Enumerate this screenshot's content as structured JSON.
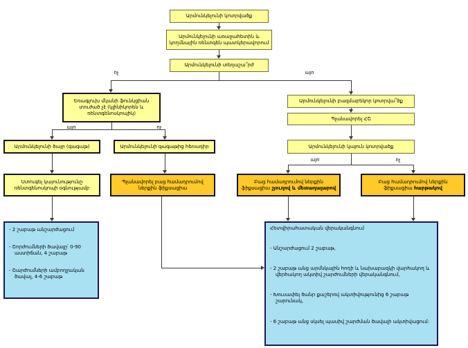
{
  "diagram_type": "flowchart",
  "language": "Armenian",
  "palette": {
    "node_fill": "#FFFF99",
    "highlight_fill": "#FFC929",
    "panel_fill": "#A9E1F3",
    "thin_border": "#6B6B3C",
    "thick_border": "#141414",
    "panel_border": "#16165A",
    "connector": "#3A3A3A"
  },
  "decision_labels": {
    "yes": "այո",
    "no": "ոչ"
  },
  "nodes": {
    "fracture": {
      "label": "Արմունկելունի կոտրվածք"
    },
    "imaging": {
      "label": "Արմունկելունի առաջահետին և կողմնային ռենտգեն պատկերավորում"
    },
    "displacement_q": {
      "label": "Արմունկելունի տեղաշա՞րժ"
    },
    "triceps_intact": {
      "label": "Եռագլուխ մկանի ֆունկցիան տուժած չէ (կլինիկորեն և ռենտգենոսկոպիկ)"
    },
    "comminuted_q": {
      "label": "Արմունկելունի բազմաբեկոր կոտրվա՞ծք"
    },
    "plan_ct": {
      "label": "Պլանավորել ՀՇ"
    },
    "tip_fracture": {
      "label": "Արմունկելունի ծայր (գագաթ)"
    },
    "distal_fracture": {
      "label": "Արմունկելունի գագաթից հեռադիր"
    },
    "stable_fracture": {
      "label": "Արմունկելունի կայուն կոտրվածք"
    },
    "check_stability": {
      "label": "Ստուգել կայունությունը ռենտգենոսկոպի օգնությամբ"
    },
    "plan_orif": {
      "label": "Պլանավորել բաց համադրումով ներքին ֆիքսացիա"
    },
    "orif_pin_wire": {
      "text": "Բաց համադրումով ներքին ֆիքսացիա ",
      "text_bold": "շյուղով և մետաղալարով"
    },
    "orif_plate": {
      "text": "Բաց համադրումով ներքին ֆիքսացիա ",
      "text_bold": "հարթակով"
    }
  },
  "conservative_plan": {
    "items": [
      "- 2 շաբաթ անշարժացում",
      "- Շորժումների ծավալը՝ 0-90 աստիճան, 4 շաբաթ",
      "- Շարժումների ամբողջական ծավալ, 4-6 շաբաթ"
    ]
  },
  "postop_plan": {
    "title": "Հետվիրահատական վերականգնում",
    "items": [
      "- Անշարժացում 2 շաբաթ,",
      "- 2 շաբաթ անց արմնկային հոդի և նախաբազկի վարհակող և վերհակող ակտիվ շարժումների վերականգնում,",
      "- Խուսափել ծանր քաշերով ակտիվությունից 6 շաբաթ շարունակ,",
      "- 6 շաբաթ անց սկսել պասիվ շարժման ծավալի ակտիվացում:"
    ]
  }
}
